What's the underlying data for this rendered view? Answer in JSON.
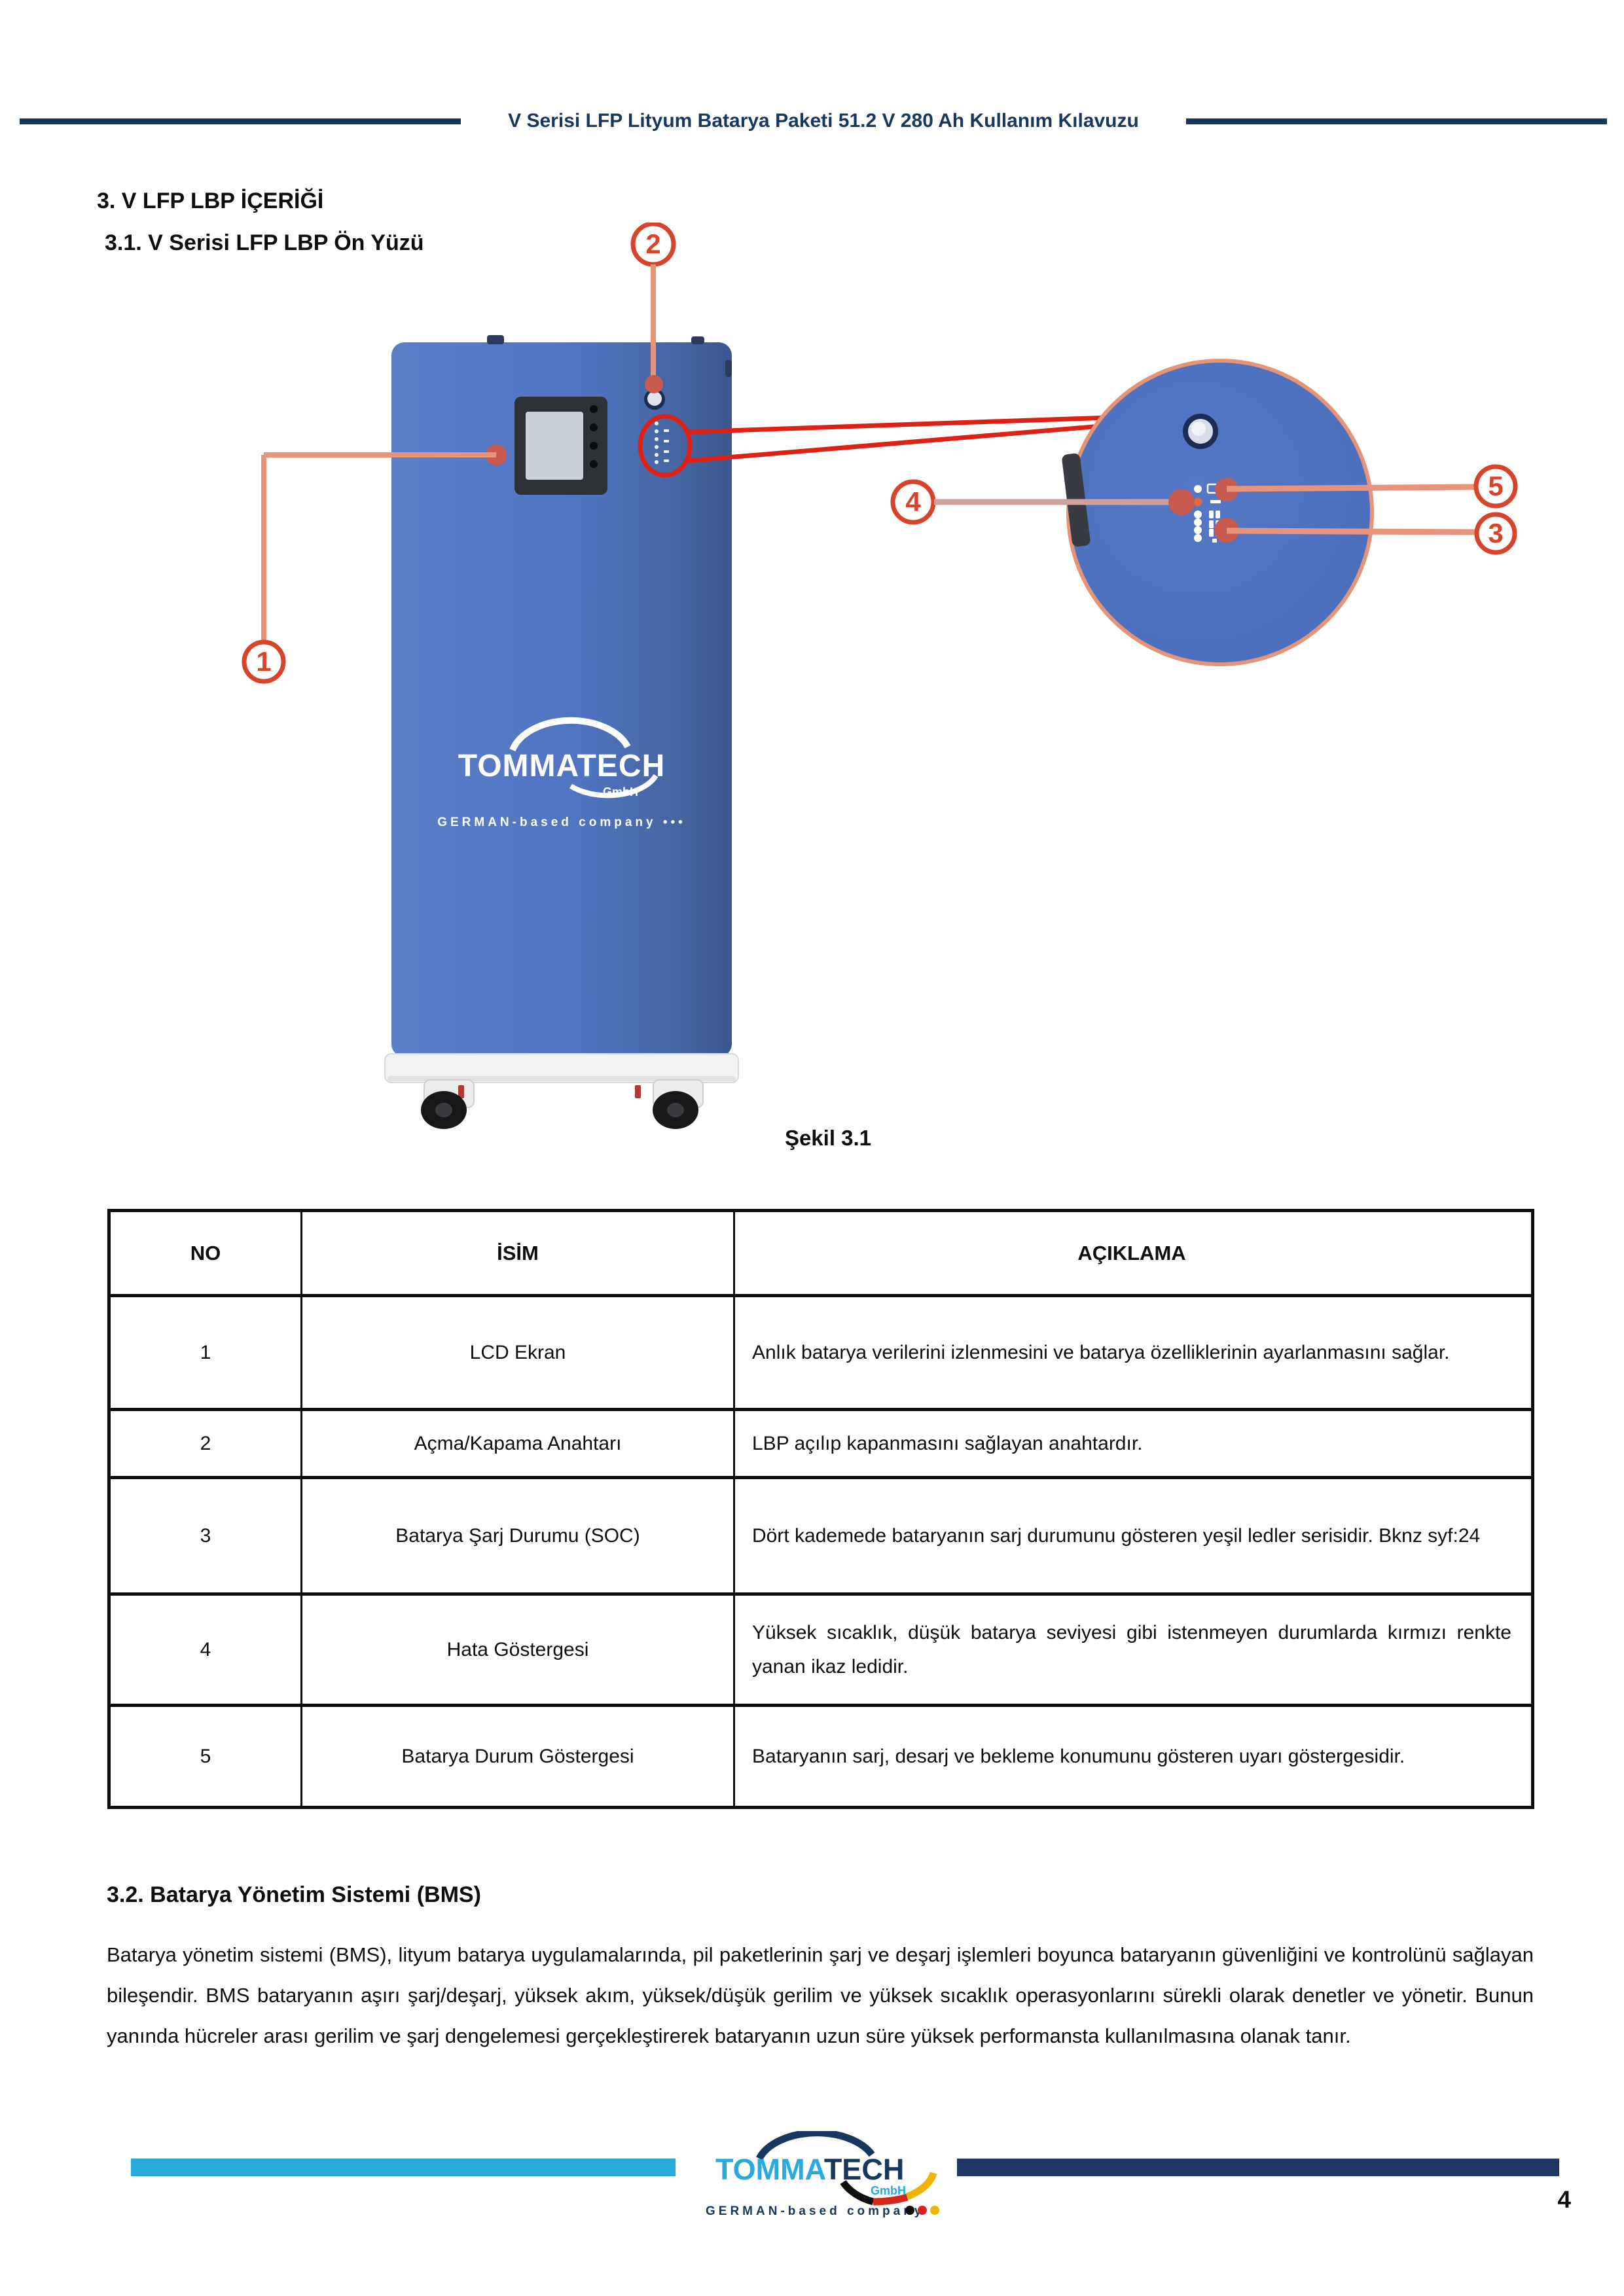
{
  "header": {
    "title": "V Serisi LFP Lityum Batarya Paketi 51.2 V 280 Ah  Kullanım Kılavuzu"
  },
  "headings": {
    "h3": "3. V LFP LBP İÇERİĞİ",
    "h31": "3.1. V Serisi LFP LBP Ön Yüzü",
    "h32": "3.2. Batarya Yönetim Sistemi (BMS)"
  },
  "figure": {
    "caption": "Şekil 3.1",
    "callouts": [
      "1",
      "2",
      "3",
      "4",
      "5"
    ],
    "device_logo": {
      "wordmark": "TOMMATECH",
      "gmbh": "GmbH",
      "tagline": "GERMAN-based company •••"
    }
  },
  "table": {
    "headers": [
      "NO",
      "İSİM",
      "AÇIKLAMA"
    ],
    "rows": [
      {
        "no": "1",
        "isim": "LCD Ekran",
        "aciklama": "Anlık batarya verilerini izlenmesini ve batarya özelliklerinin ayarlanmasını sağlar."
      },
      {
        "no": "2",
        "isim": "Açma/Kapama Anahtarı",
        "aciklama": "LBP açılıp kapanmasını sağlayan anahtardır."
      },
      {
        "no": "3",
        "isim": "Batarya Şarj Durumu (SOC)",
        "aciklama": "Dört kademede bataryanın sarj durumunu gösteren yeşil ledler serisidir. Bknz syf:24"
      },
      {
        "no": "4",
        "isim": "Hata Göstergesi",
        "aciklama": "Yüksek sıcaklık, düşük batarya seviyesi gibi istenmeyen durumlarda kırmızı renkte yanan ikaz ledidir."
      },
      {
        "no": "5",
        "isim": "Batarya Durum Göstergesi",
        "aciklama": "Bataryanın sarj, desarj ve bekleme konumunu gösteren uyarı göstergesidir."
      }
    ]
  },
  "bms": {
    "paragraph": "Batarya yönetim sistemi (BMS), lityum batarya uygulamalarında, pil paketlerinin şarj ve deşarj işlemleri boyunca bataryanın güvenliğini ve kontrolünü sağlayan bileşendir. BMS bataryanın aşırı şarj/deşarj, yüksek akım, yüksek/düşük gerilim ve yüksek sıcaklık operasyonlarını sürekli olarak denetler ve yönetir. Bunun yanında hücreler arası gerilim ve şarj dengelemesi gerçekleştirerek bataryanın uzun süre yüksek performansta kullanılmasına olanak tanır."
  },
  "footer": {
    "brand_light": "TOMMA",
    "brand_dark": "TECH",
    "gmbh": "GmbH",
    "tagline": "GERMAN-based company",
    "page_number": "4"
  },
  "colors": {
    "header_navy": "#17375e",
    "device_blue": "#4f73c0",
    "callout_red": "#d8432b",
    "zoom_red": "#dd2114",
    "salmon_line": "#e8947a",
    "pink_line": "#cfa09e",
    "dot_red": "#c85a50",
    "footer_light_blue": "#2aa9dd",
    "footer_navy": "#1f3864"
  }
}
